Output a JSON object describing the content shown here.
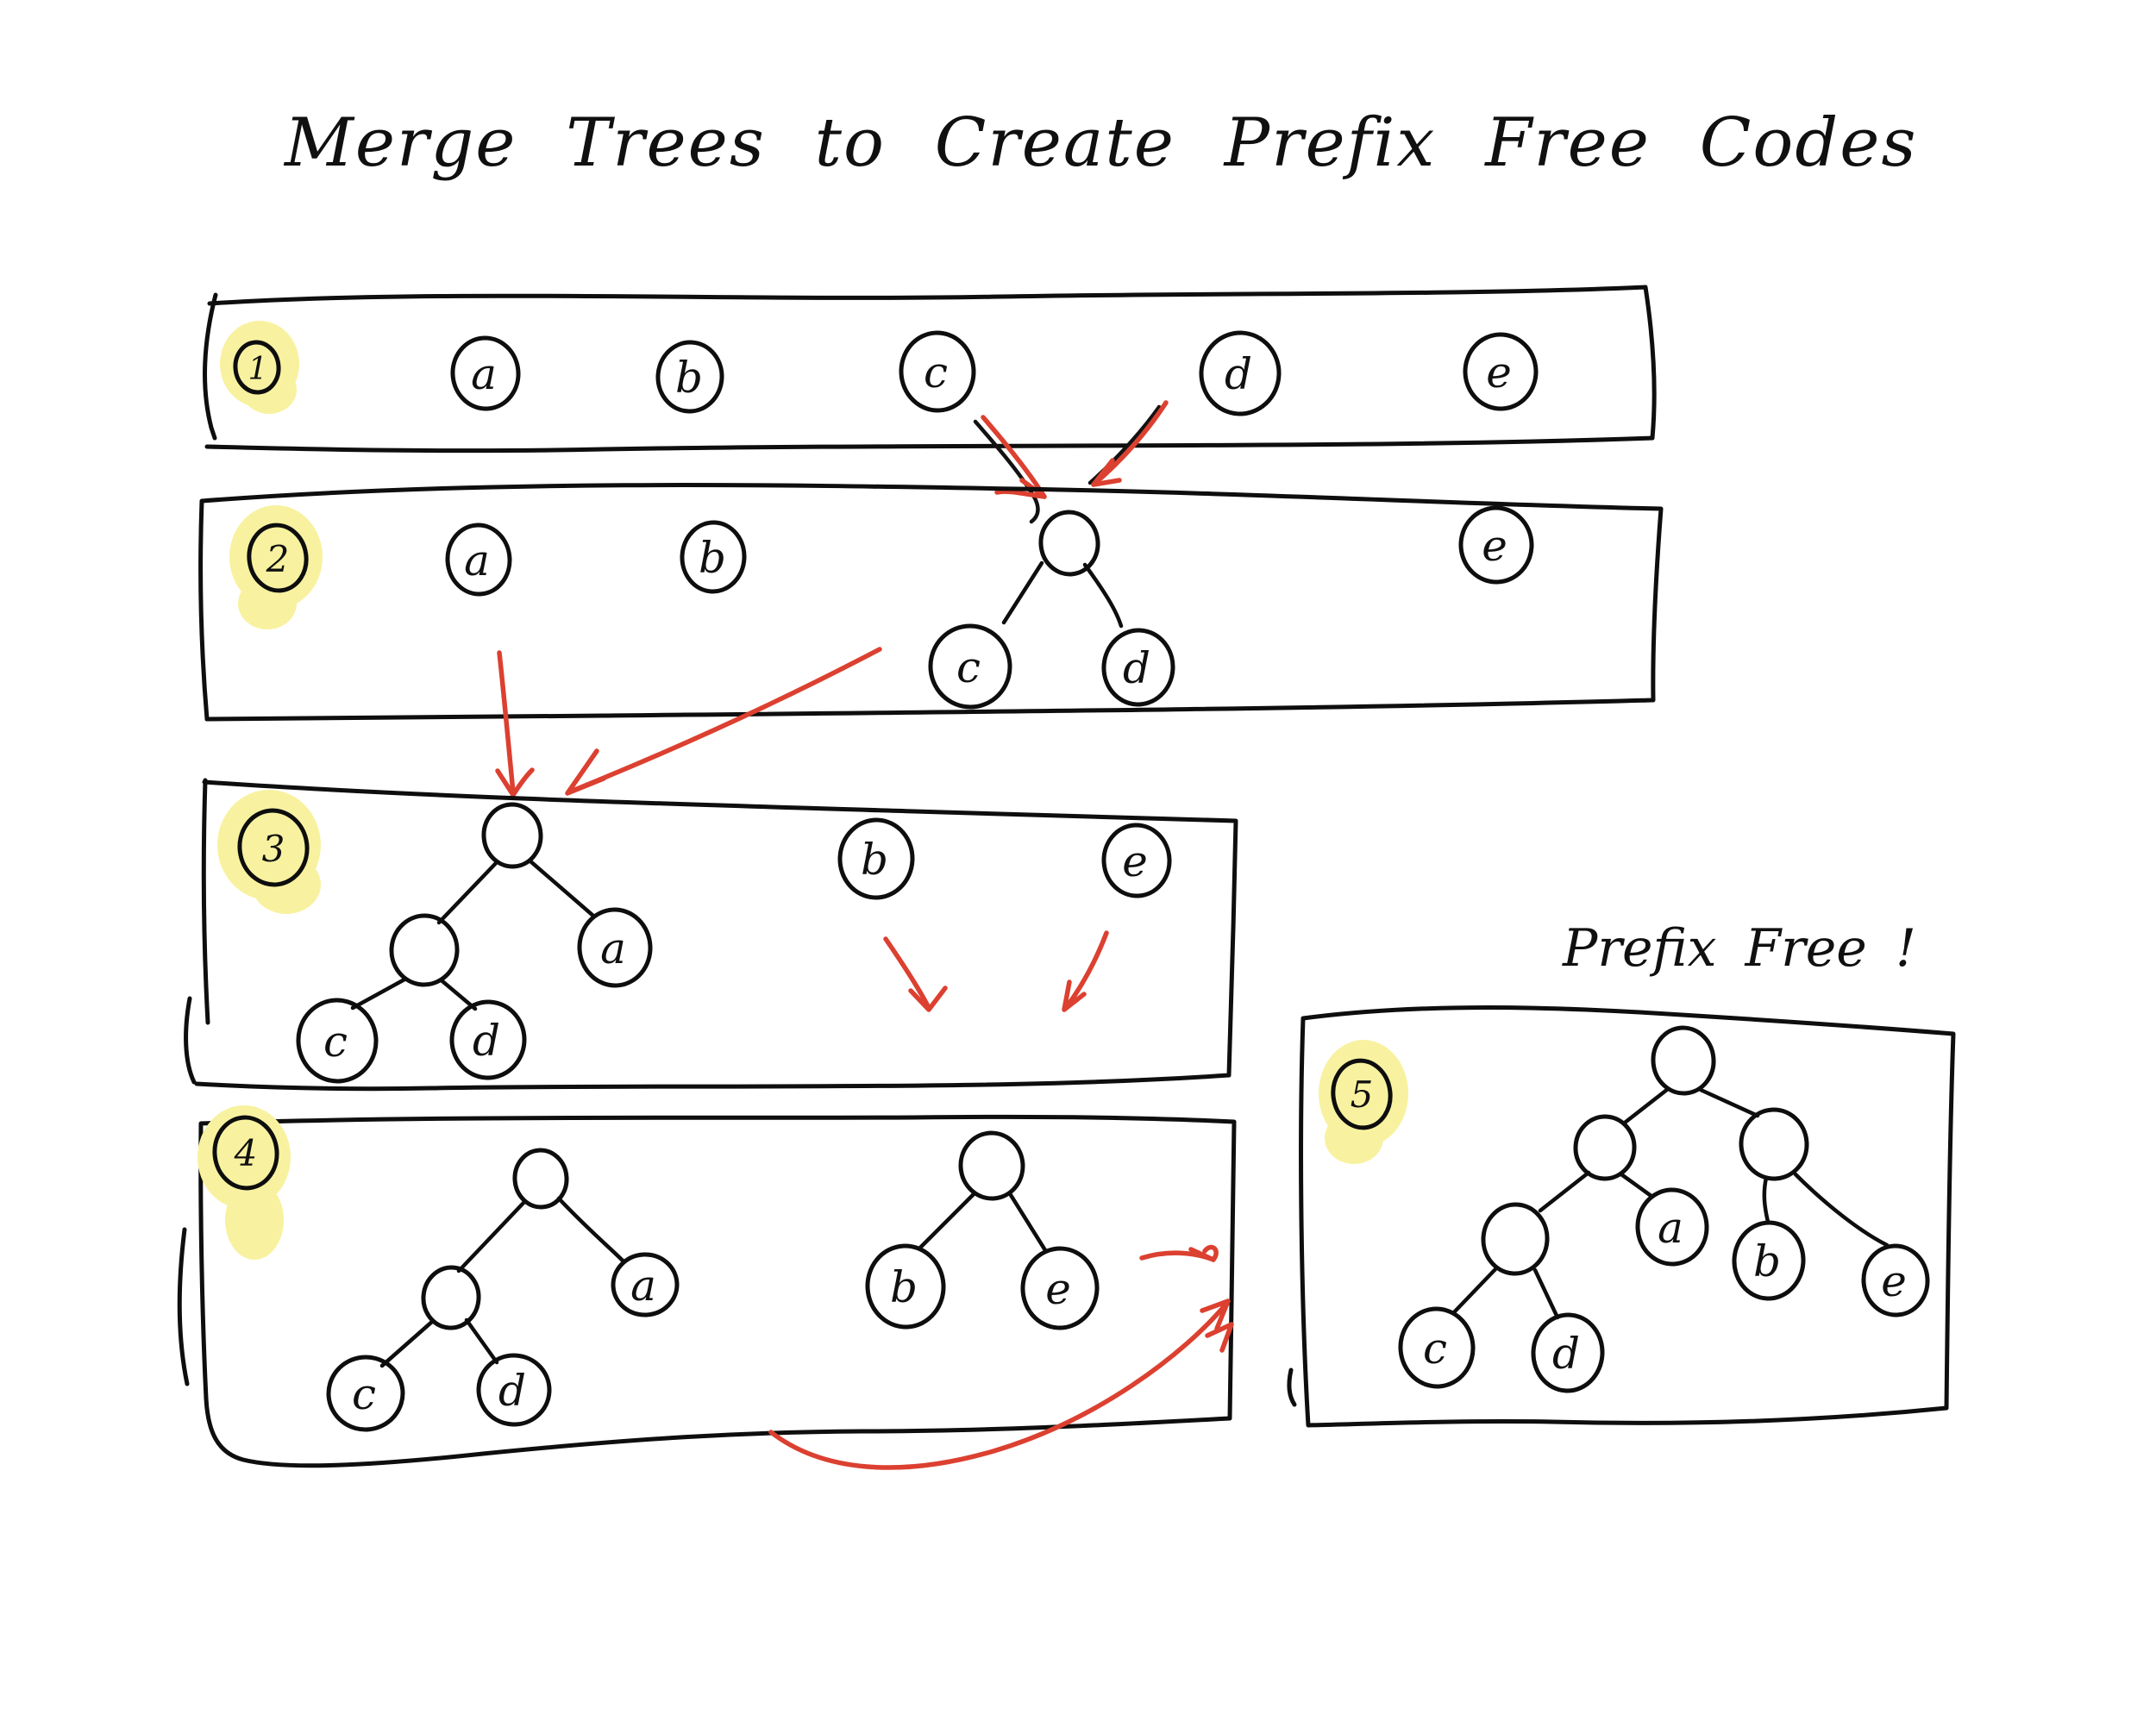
{
  "title": "Merge Trees to Create Prefix Free Codes",
  "annotation": "Prefix Free !",
  "colors": {
    "ink": "#0e0e0e",
    "arrow_red": "#dc4030",
    "badge_highlight": "#f8f2a0",
    "background": "#ffffff"
  },
  "steps": [
    {
      "badge": "1",
      "nodes": {
        "a": "a",
        "b": "b",
        "c": "c",
        "d": "d",
        "e": "e"
      }
    },
    {
      "badge": "2",
      "nodes": {
        "a": "a",
        "b": "b",
        "c": "c",
        "d": "d",
        "e": "e"
      }
    },
    {
      "badge": "3",
      "nodes": {
        "a": "a",
        "b": "b",
        "c": "c",
        "d": "d",
        "e": "e"
      }
    },
    {
      "badge": "4",
      "nodes": {
        "a": "a",
        "b": "b",
        "c": "c",
        "d": "d",
        "e": "e"
      }
    },
    {
      "badge": "5",
      "nodes": {
        "a": "a",
        "b": "b",
        "c": "c",
        "d": "d",
        "e": "e"
      }
    }
  ]
}
